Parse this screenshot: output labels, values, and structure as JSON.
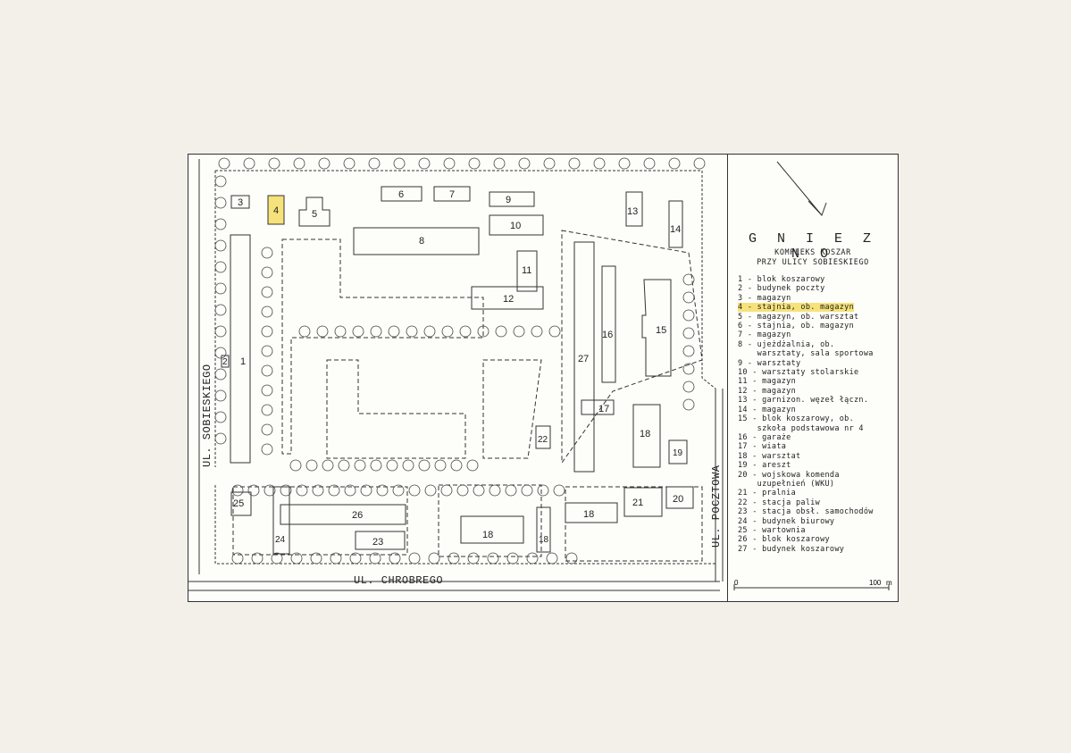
{
  "map": {
    "title": "G N I E Z N O",
    "subtitle_1": "KOMPLEKS KOSZAR",
    "subtitle_2": "PRZY ULICY SOBIESKIEGO",
    "streets": {
      "sobieskiego": "UL. SOBIESKIEGO",
      "chrobrego": "UL. CHROBREGO",
      "pocztowa": "UL. POCZTOWA"
    },
    "buildings": {
      "b1": "1",
      "b2": "2",
      "b3": "3",
      "b4": "4",
      "b5": "5",
      "b6": "6",
      "b7": "7",
      "b8": "8",
      "b9": "9",
      "b10": "10",
      "b11": "11",
      "b12": "12",
      "b13": "13",
      "b14": "14",
      "b15": "15",
      "b16": "16",
      "b17": "17",
      "b18a": "18",
      "b18b": "18",
      "b18c": "18",
      "b18d": "18",
      "b19": "19",
      "b20": "20",
      "b21": "21",
      "b22": "22",
      "b23": "23",
      "b24": "24",
      "b25": "25",
      "b26": "26",
      "b27": "27"
    },
    "highlighted_building": "4",
    "highlight_color": "#f6e27a",
    "scale": {
      "start": "0",
      "end": "100",
      "unit": "m"
    },
    "legend": [
      "1 - blok koszarowy",
      "2 - budynek poczty",
      "3 - magazyn",
      "4 - stajnia, ob. magazyn",
      "5 - magazyn, ob. warsztat",
      "6 - stajnia, ob. magazyn",
      "7 - magazyn",
      "8 - ujeżdżalnia, ob.",
      "    warsztaty, sala sportowa",
      "9 - warsztaty",
      "10 - warsztaty stolarskie",
      "11 - magazyn",
      "12 - magazyn",
      "13 - garnizon. węzeł łączn.",
      "14 - magazyn",
      "15 - blok koszarowy, ob.",
      "    szkoła podstawowa nr 4",
      "16 - garaże",
      "17 - wiata",
      "18 - warsztat",
      "19 - areszt",
      "20 - wojskowa komenda",
      "    uzupełnień (WKU)",
      "21 - pralnia",
      "22 - stacja paliw",
      "23 - stacja obsł. samochodów",
      "24 - budynek biurowy",
      "25 - wartownia",
      "26 - blok koszarowy",
      "27 - budynek koszarowy"
    ]
  }
}
